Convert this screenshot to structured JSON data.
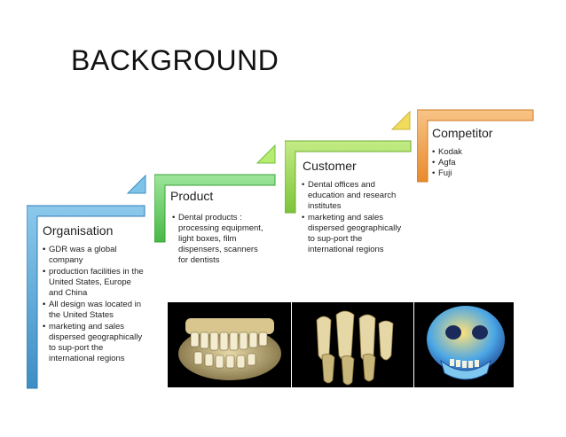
{
  "title": "BACKGROUND",
  "colors": {
    "organisation": "#5aa8d8",
    "product": "#6ccf6a",
    "customer": "#9fd94f",
    "competitor": "#f4a04a",
    "competitor_tri": "#f0dc5a"
  },
  "steps": [
    {
      "label": "Organisation",
      "bullets": [
        "GDR was a global company",
        "production facilities in the United States, Europe and China",
        "All design was located in the United States",
        "marketing and sales dispersed geographically to sup-port the international regions"
      ]
    },
    {
      "label": "Product",
      "bullets": [
        "Dental products : processing equipment, light boxes, film dispensers, scanners for dentists"
      ]
    },
    {
      "label": "Customer",
      "bullets": [
        "Dental offices and education and research institutes",
        "marketing and sales dispersed geographically to sup-port the international regions"
      ]
    },
    {
      "label": "Competitor",
      "bullets": [
        "Kodak",
        "Agfa",
        "Fuji"
      ]
    }
  ]
}
